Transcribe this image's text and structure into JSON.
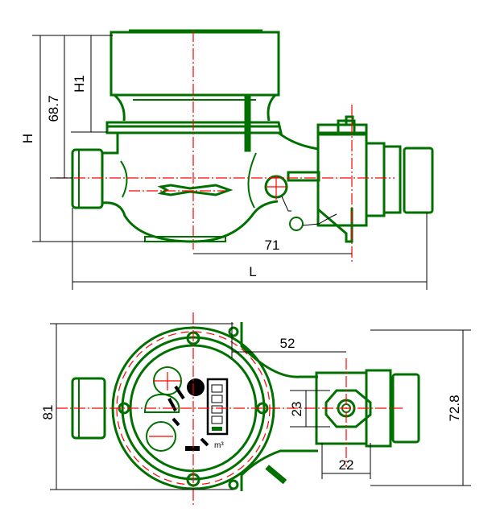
{
  "title": "Water meter dimensional drawing",
  "colors": {
    "outline": "#007000",
    "centerline": "#ff0000",
    "dimension": "#000000"
  },
  "side_view": {
    "dimensions": {
      "H": "H",
      "height_to_axis": "68.7",
      "H1": "H1",
      "axis_to_valve": "71",
      "L": "L"
    }
  },
  "top_view": {
    "dimensions": {
      "width": "81",
      "flange_height": "72.8",
      "center_to_valve": "52",
      "offset": "23",
      "valve_width": "22"
    },
    "dial_unit": "m³"
  }
}
